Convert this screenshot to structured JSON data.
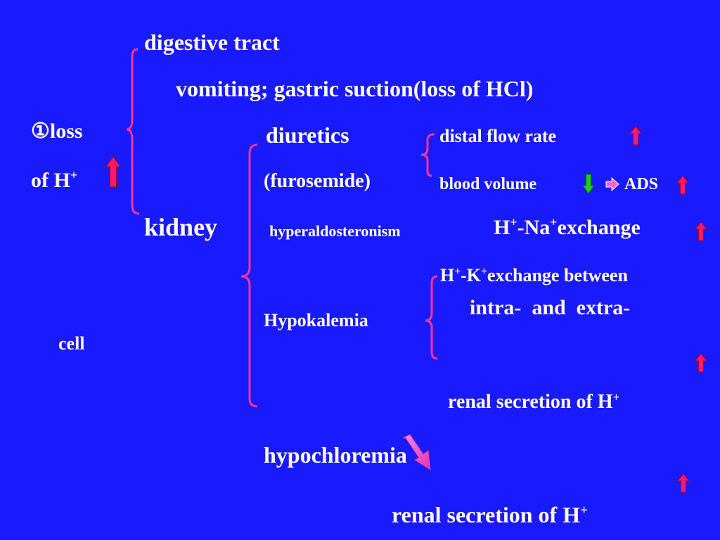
{
  "slide": {
    "background": "#1a1aff",
    "text_color": "#ffffff",
    "bracket_color": "#ff3399",
    "up_arrow_color": "#ff1a66",
    "down_arrow_color": "#22cc22",
    "accent_arrow_color": "#ff66cc"
  },
  "labels": {
    "loss_marker": "①",
    "loss_word": "loss",
    "of_h": "of H",
    "plus": "+",
    "digestive_tract": "digestive tract",
    "vomiting": "vomiting; gastric suction(loss of HCl)",
    "diuretics": "diuretics",
    "furosemide": "(furosemide)",
    "distal_flow_rate": "distal flow rate",
    "blood_volume": "blood volume",
    "ads": "ADS",
    "kidney": "kidney",
    "hyperaldosteronism": "hyperaldosteronism",
    "h_na_h": "H",
    "h_na_dash": "-Na",
    "exchange": "exchange",
    "h_k_h": "H",
    "h_k_dash": "-K",
    "exchange_between": "exchange between",
    "intra_and_extra": "intra-  and  extra-",
    "cell": "cell",
    "hypokalemia": "Hypokalemia",
    "renal_secretion_1": "renal secretion of H",
    "hypochloremia": "hypochloremia",
    "renal_secretion_2": "renal secretion of H"
  },
  "icons": {
    "up_arrow": "arrow-up-icon",
    "down_arrow": "arrow-down-icon",
    "right_arrow": "arrow-right-icon",
    "diagonal_arrow": "arrow-diagonal-icon"
  }
}
